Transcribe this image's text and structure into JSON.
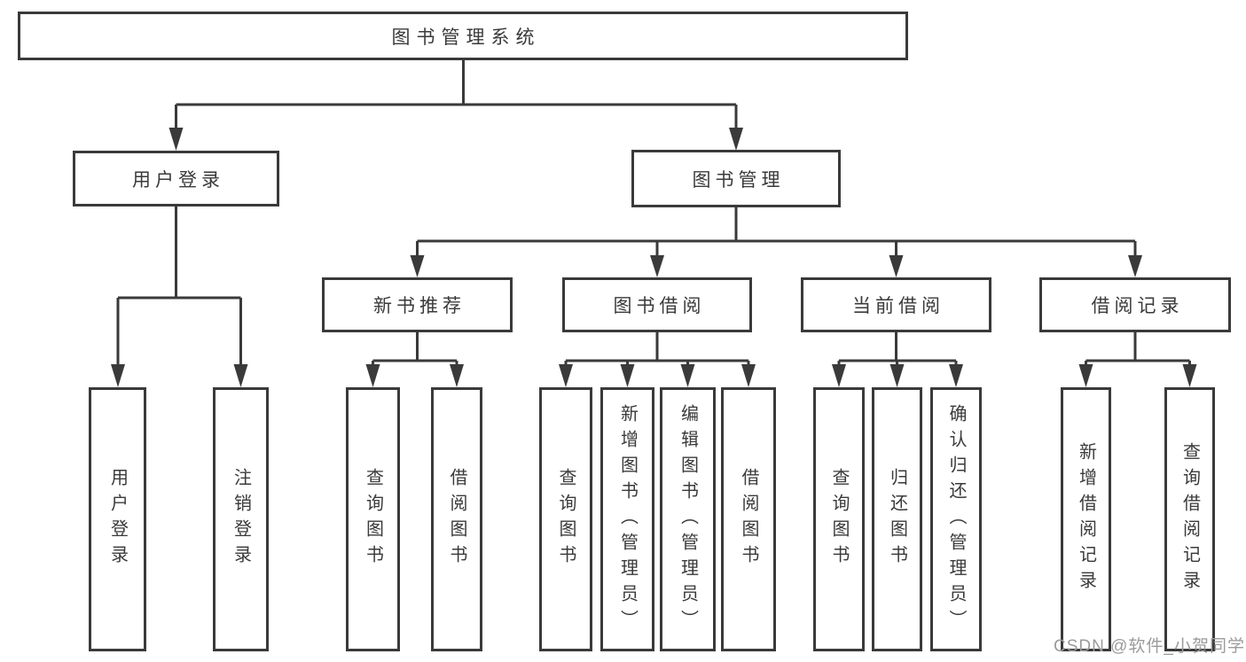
{
  "tree": {
    "label": "图书管理系统",
    "children": [
      {
        "label": "用户登录",
        "children": [
          {
            "label": "用户登录"
          },
          {
            "label": "注销登录"
          }
        ]
      },
      {
        "label": "图书管理",
        "children": [
          {
            "label": "新书推荐",
            "children": [
              {
                "label": "查询图书"
              },
              {
                "label": "借阅图书"
              }
            ]
          },
          {
            "label": "图书借阅",
            "children": [
              {
                "label": "查询图书"
              },
              {
                "label": "新增图书（管理员）"
              },
              {
                "label": "编辑图书（管理员）"
              },
              {
                "label": "借阅图书"
              }
            ]
          },
          {
            "label": "当前借阅",
            "children": [
              {
                "label": "查询图书"
              },
              {
                "label": "归还图书"
              },
              {
                "label": "确认归还（管理员）"
              }
            ]
          },
          {
            "label": "借阅记录",
            "children": [
              {
                "label": "新增借阅记录"
              },
              {
                "label": "查询借阅记录"
              }
            ]
          }
        ]
      }
    ]
  },
  "watermark": {
    "text": "CSDN @软件_小贺同学"
  },
  "colors": {
    "line": "#3a3a3a",
    "text": "#3a3a3a",
    "box_background": "#ffffff",
    "watermark": "#9b9b9b",
    "background": "#ffffff"
  }
}
